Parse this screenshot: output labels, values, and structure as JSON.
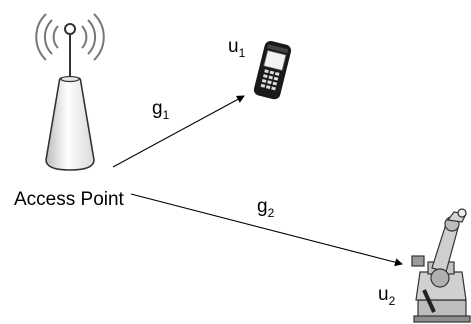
{
  "access_point": {
    "label": "Access Point"
  },
  "users": [
    {
      "id": "u",
      "subscript": "1"
    },
    {
      "id": "u",
      "subscript": "2"
    }
  ],
  "channels": [
    {
      "id": "g",
      "subscript": "1"
    },
    {
      "id": "g",
      "subscript": "2"
    }
  ],
  "colors": {
    "line": "#000000",
    "tower_outline": "#3a3a3a",
    "tower_fill_light": "#ffffff",
    "tower_fill_dark": "#b9b9b9",
    "phone_body": "#1a1a1a",
    "robot_body": "#c8c8c8",
    "robot_outline": "#333333"
  },
  "icons": [
    "antenna-tower-icon",
    "mobile-phone-icon",
    "industrial-robot-icon"
  ]
}
